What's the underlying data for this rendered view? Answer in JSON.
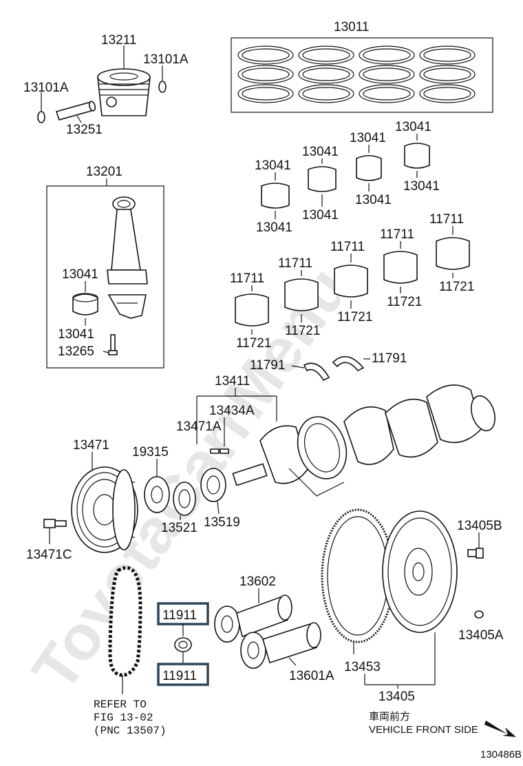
{
  "watermark": "ToyotaCarrMenu",
  "labels": {
    "l13011": "13011",
    "l13211": "13211",
    "l13101A_r": "13101A",
    "l13101A_l": "13101A",
    "l13251": "13251",
    "l13201": "13201",
    "l13041_a": "13041",
    "l13041_b": "13041",
    "l13041_c": "13041",
    "l13041_d": "13041",
    "l13041_e": "13041",
    "l13041_f": "13041",
    "l13041_g": "13041",
    "l13041_h": "13041",
    "l13041_i": "13041",
    "l13041_j": "13041",
    "l11711_a": "11711",
    "l11711_b": "11711",
    "l11711_c": "11711",
    "l11711_d": "11711",
    "l11711_e": "11711",
    "l11721_a": "11721",
    "l11721_b": "11721",
    "l11721_c": "11721",
    "l11721_d": "11721",
    "l11721_e": "11721",
    "l11791_a": "11791",
    "l11791_b": "11791",
    "l13265": "13265",
    "l13411": "13411",
    "l13434A": "13434A",
    "l13471A": "13471A",
    "l13471": "13471",
    "l19315": "19315",
    "l13521": "13521",
    "l13519": "13519",
    "l13471C": "13471C",
    "l13602": "13602",
    "l11911_top": "11911",
    "l11911_bot": "11911",
    "l13601A": "13601A",
    "l13453": "13453",
    "l13405": "13405",
    "l13405B": "13405B",
    "l13405A": "13405A",
    "refer1": "REFER TO",
    "refer2": "FIG 13-02",
    "refer3": "(PNC 13507)",
    "front_jp": "車両前方",
    "front_en": "VEHICLE FRONT SIDE",
    "fig_code": "130486B"
  }
}
